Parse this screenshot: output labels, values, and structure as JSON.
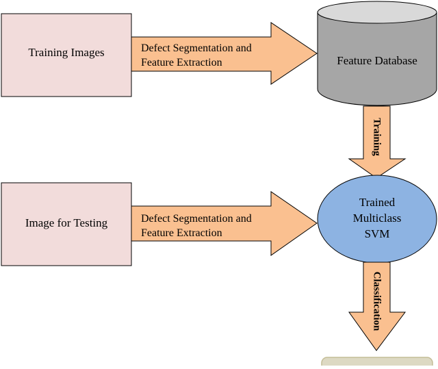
{
  "diagram": {
    "nodes": {
      "training_images": {
        "label": "Training Images"
      },
      "image_for_testing": {
        "label": "Image for Testing"
      },
      "feature_database": {
        "label": "Feature Database"
      },
      "svm": {
        "label_lines": [
          "Trained",
          "Multiclass",
          "SVM"
        ]
      }
    },
    "edges": {
      "extract_training": {
        "label_lines": [
          "Defect Segmentation and",
          "Feature Extraction"
        ]
      },
      "extract_testing": {
        "label_lines": [
          "Defect Segmentation and",
          "Feature Extraction"
        ]
      },
      "training": {
        "label": "Training"
      },
      "classification": {
        "label": "Classification"
      }
    }
  },
  "colors": {
    "input_box_fill": "#f2dcdb",
    "arrow_fill": "#fac090",
    "database_fill": "#a6a6a6",
    "database_top": "#d9d9d9",
    "svm_fill": "#8db3e2",
    "output_fill": "#ddd9c3",
    "stroke": "#000000"
  }
}
